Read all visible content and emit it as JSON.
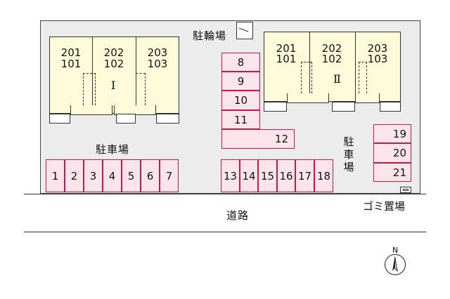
{
  "buildings": [
    {
      "name": "I",
      "units": [
        [
          "201",
          "101"
        ],
        [
          "202",
          "102"
        ],
        [
          "203",
          "103"
        ]
      ]
    },
    {
      "name": "Ⅱ",
      "units": [
        [
          "201",
          "101"
        ],
        [
          "202",
          "102"
        ],
        [
          "203",
          "103"
        ]
      ]
    }
  ],
  "bicycle_parking_label": "駐輪場",
  "parking_label_left": "駐車場",
  "parking_label_right": [
    "駐",
    "車",
    "場"
  ],
  "garbage_label": "ゴミ置場",
  "road_label": "道路",
  "north_label": "N",
  "stalls": {
    "bottom_left": [
      "1",
      "2",
      "3",
      "4",
      "5",
      "6",
      "7"
    ],
    "center_column": [
      "8",
      "9",
      "10",
      "11"
    ],
    "center_wide": "12",
    "bottom_center": [
      "13",
      "14",
      "15",
      "16",
      "17",
      "18"
    ],
    "right_column": [
      "19",
      "20",
      "21"
    ]
  }
}
